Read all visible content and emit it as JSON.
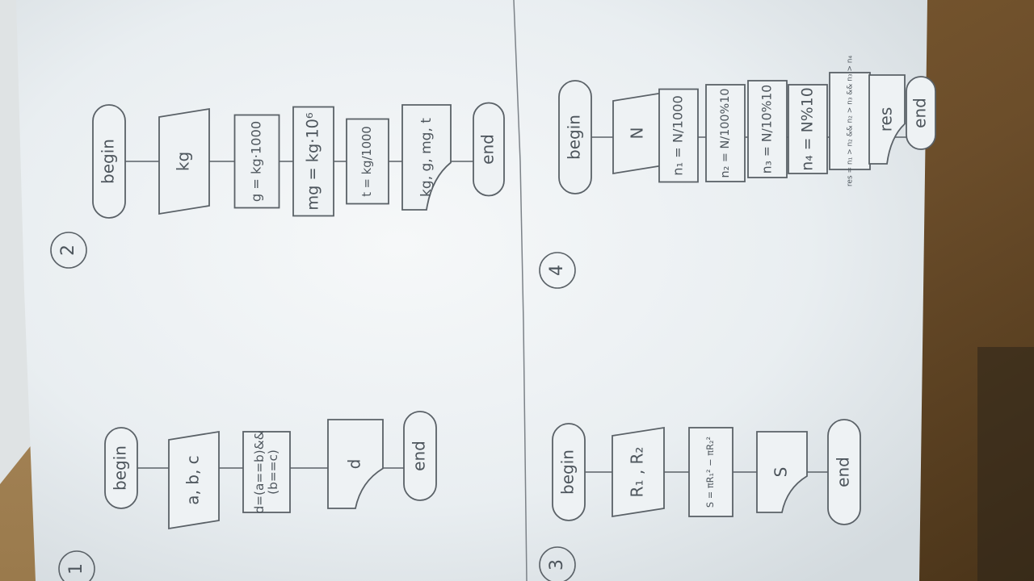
{
  "photo": {
    "colors": {
      "desk_left": "#9a7a4a",
      "desk_right": "#6e5230",
      "paper": "#eef2f4",
      "pencil": "#5a6167",
      "divider": "#7c8288"
    }
  },
  "flowcharts": [
    {
      "number": "1",
      "blocks": [
        {
          "shape": "terminal",
          "text": "begin"
        },
        {
          "shape": "input",
          "text": "a, b, c"
        },
        {
          "shape": "process",
          "text": "d=(a==b)&&",
          "text2": "(b==c)"
        },
        {
          "shape": "output",
          "text": "d"
        },
        {
          "shape": "terminal",
          "text": "end"
        }
      ]
    },
    {
      "number": "2",
      "blocks": [
        {
          "shape": "terminal",
          "text": "begin"
        },
        {
          "shape": "input",
          "text": "kg"
        },
        {
          "shape": "process",
          "text": "g = kg·1000"
        },
        {
          "shape": "process",
          "text": "mg = kg·10⁶"
        },
        {
          "shape": "process",
          "text": "t = kg/1000"
        },
        {
          "shape": "output",
          "text": "kg, g, mg, t"
        },
        {
          "shape": "terminal",
          "text": "end"
        }
      ]
    },
    {
      "number": "3",
      "blocks": [
        {
          "shape": "terminal",
          "text": "begin"
        },
        {
          "shape": "input",
          "text": "R₁ , R₂"
        },
        {
          "shape": "process",
          "text": "S = πR₁² − πR₂²"
        },
        {
          "shape": "output",
          "text": "S"
        },
        {
          "shape": "terminal",
          "text": "end"
        }
      ]
    },
    {
      "number": "4",
      "blocks": [
        {
          "shape": "terminal",
          "text": "begin"
        },
        {
          "shape": "input",
          "text": "N"
        },
        {
          "shape": "process",
          "text": "n₁ = N/1000"
        },
        {
          "shape": "process",
          "text": "n₂ = N/100%10"
        },
        {
          "shape": "process",
          "text": "n₃ = N/10%10"
        },
        {
          "shape": "process",
          "text": "n₄ = N%10"
        },
        {
          "shape": "process",
          "text": "res = n₁ > n₂ && n₂ > n₃ && n₃ > n₄"
        },
        {
          "shape": "output",
          "text": "res"
        },
        {
          "shape": "terminal",
          "text": "end"
        }
      ]
    }
  ]
}
